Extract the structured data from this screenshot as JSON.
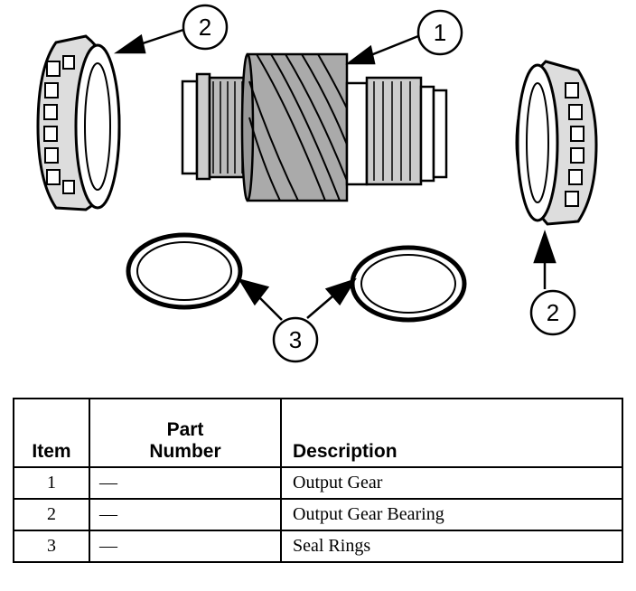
{
  "callouts": {
    "gear": "1",
    "bearing_left": "2",
    "bearing_right": "2",
    "seal_rings": "3"
  },
  "table": {
    "headers": {
      "item": "Item",
      "part_number_line1": "Part",
      "part_number_line2": "Number",
      "description": "Description"
    },
    "rows": [
      {
        "item": "1",
        "part_number": "—",
        "description": "Output Gear"
      },
      {
        "item": "2",
        "part_number": "—",
        "description": "Output Gear Bearing"
      },
      {
        "item": "3",
        "part_number": "—",
        "description": "Seal Rings"
      }
    ]
  }
}
